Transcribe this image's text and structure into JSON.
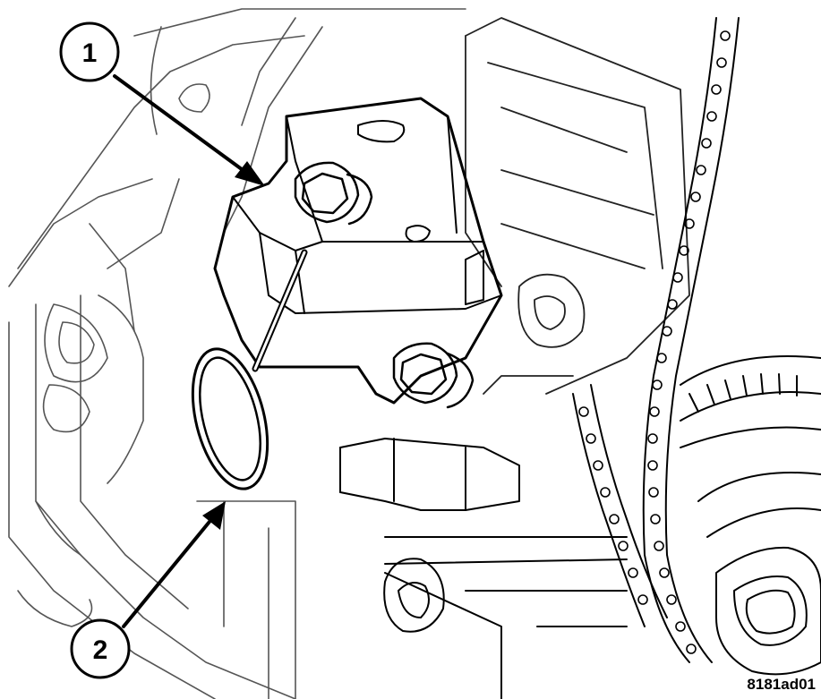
{
  "callouts": [
    {
      "number": "1"
    },
    {
      "number": "2"
    }
  ],
  "figure_code": "8181ad01"
}
